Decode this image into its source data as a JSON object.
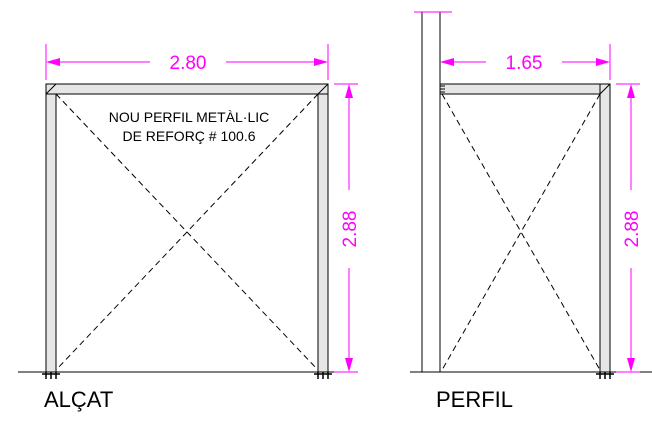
{
  "colors": {
    "ink": "#000000",
    "dimension": "#ff00ff",
    "member_fill": "#e6e6e6"
  },
  "alcat": {
    "width_dim": "2.80",
    "height_dim": "2.88",
    "note_line1": "NOU PERFIL METÀL·LIC",
    "note_line2": "DE REFORÇ # 100.6",
    "label": "ALÇAT"
  },
  "perfil": {
    "width_dim": "1.65",
    "height_dim": "2.88",
    "label": "PERFIL"
  }
}
